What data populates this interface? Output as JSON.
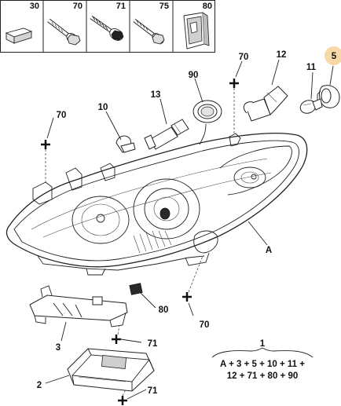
{
  "header_parts": [
    {
      "ref": "30",
      "icon": "clip-block-icon"
    },
    {
      "ref": "70",
      "icon": "flange-bolt-icon"
    },
    {
      "ref": "71",
      "icon": "self-tapping-screw-icon"
    },
    {
      "ref": "75",
      "icon": "hex-screw-icon"
    },
    {
      "ref": "80",
      "icon": "spring-clip-icon"
    }
  ],
  "callouts": {
    "c5": "5",
    "c70_top": "70",
    "c12": "12",
    "c11": "11",
    "c90": "90",
    "c13": "13",
    "c10": "10",
    "c70_left": "70",
    "cA": "A",
    "c80": "80",
    "c70_bottom": "70",
    "c3": "3",
    "c71_mid": "71",
    "c2": "2",
    "c71_bottom": "71"
  },
  "formula": {
    "ref": "1",
    "line1": "A + 3 + 5 + 10 + 11 +",
    "line2": "12 + 71 + 80 + 90"
  },
  "colors": {
    "highlight": "#f7d9a8",
    "line": "#222222"
  }
}
